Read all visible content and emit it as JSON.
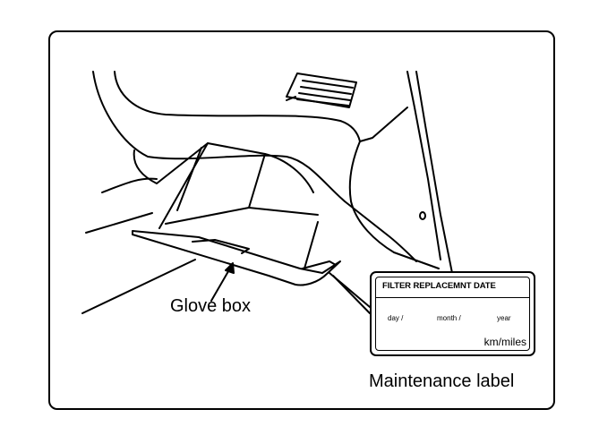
{
  "labels": {
    "glove_box": "Glove box",
    "maintenance_label": "Maintenance label"
  },
  "card": {
    "title": "FILTER REPLACEMNT DATE",
    "day": "day /",
    "month": "month /",
    "year": "year",
    "km_miles": "km/miles"
  },
  "colors": {
    "line": "#000000",
    "background": "#ffffff"
  }
}
